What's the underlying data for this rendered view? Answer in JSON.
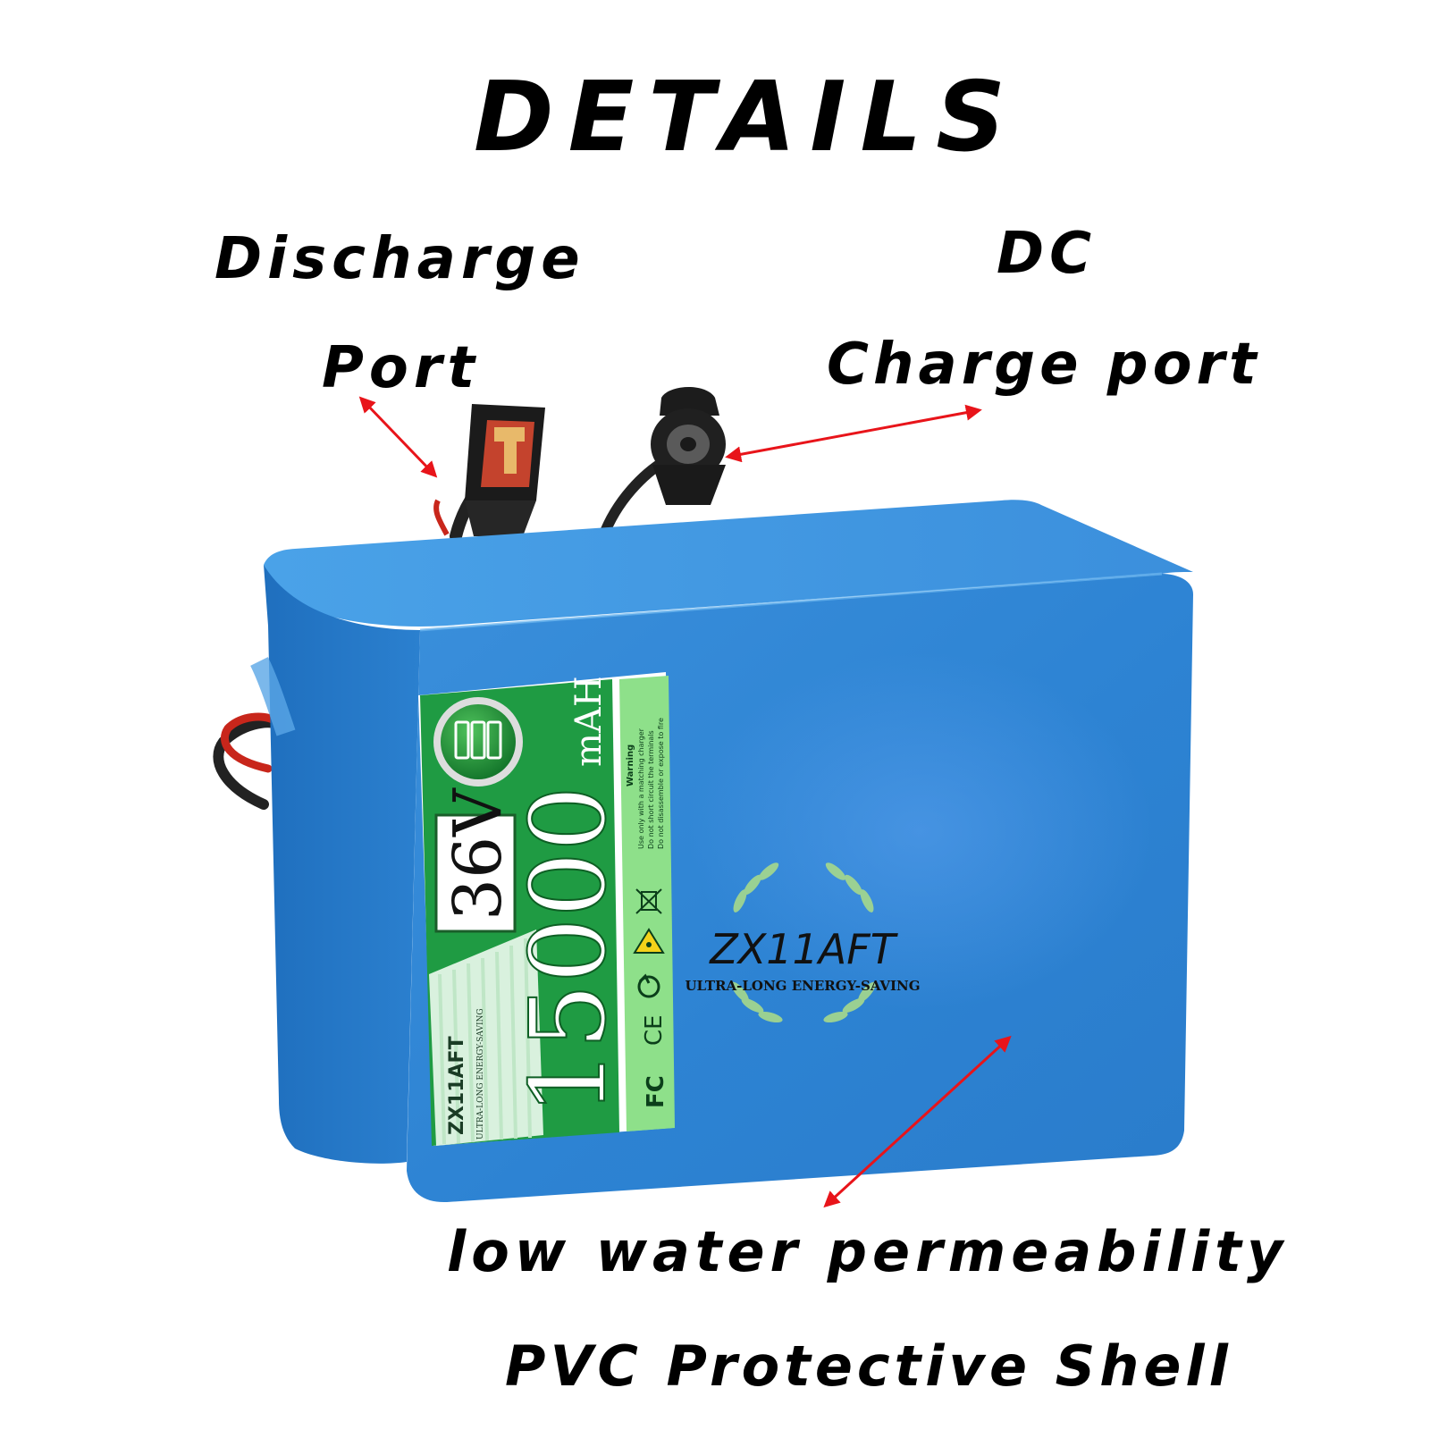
{
  "heading": "DETAILS",
  "callouts": {
    "discharge": {
      "line1": "Discharge",
      "line2": "Port"
    },
    "dc_charge": {
      "line1": "DC",
      "line2": "Charge port"
    },
    "shell": {
      "line1": "low water permeability",
      "line2": "PVC Protective Shell"
    }
  },
  "label": {
    "voltage": "36V",
    "capacity": "15000",
    "capacity_unit": "mAH",
    "brand": "ZX11AFT",
    "brand_tagline": "ULTRA-LONG ENERGY-SAVING",
    "marks": [
      "FC",
      "CE"
    ],
    "warning_heading": "Warning",
    "warning_lines": [
      "Use only with a matching charger",
      "Do not short circuit the terminals",
      "Do not disassemble or expose to fire"
    ]
  },
  "body_logo": {
    "brand": "ZX11AFT",
    "tagline": "ULTRA-LONG ENERGY-SAVING"
  },
  "colors": {
    "shell": "#2f86d6",
    "label_green": "#1f9b43",
    "arrow": "#e8141a",
    "text": "#000000"
  },
  "icons": [
    "battery-icon",
    "weee-bin-icon",
    "laser-warning-icon",
    "recycle-icon",
    "laurel-icon"
  ]
}
